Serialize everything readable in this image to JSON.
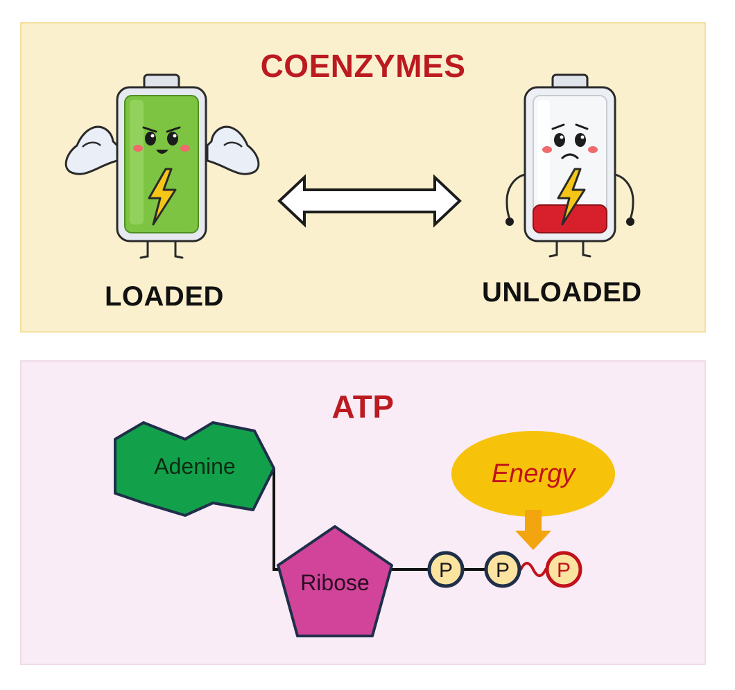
{
  "coenzymes": {
    "title": "COENZYMES",
    "loaded_label": "LOADED",
    "unloaded_label": "UNLOADED",
    "loaded_battery_charge": 1.0,
    "unloaded_battery_charge": 0.2,
    "arrow": "double-headed"
  },
  "atp": {
    "title": "ATP",
    "adenine_label": "Adenine",
    "ribose_label": "Ribose",
    "phosphate_labels": [
      "P",
      "P",
      "P"
    ],
    "energy_label": "Energy"
  },
  "colors": {
    "title_red": "#bb1a21",
    "coenzymes_bg": "#fbf0cd",
    "atp_bg": "#f9ecf6",
    "adenine_green": "#12a14a",
    "ribose_magenta": "#d1449a",
    "phosphate_fill": "#fbe3a0",
    "energy_yellow": "#f7c20a",
    "battery_green": "#7cc442",
    "battery_red": "#d8202c"
  }
}
